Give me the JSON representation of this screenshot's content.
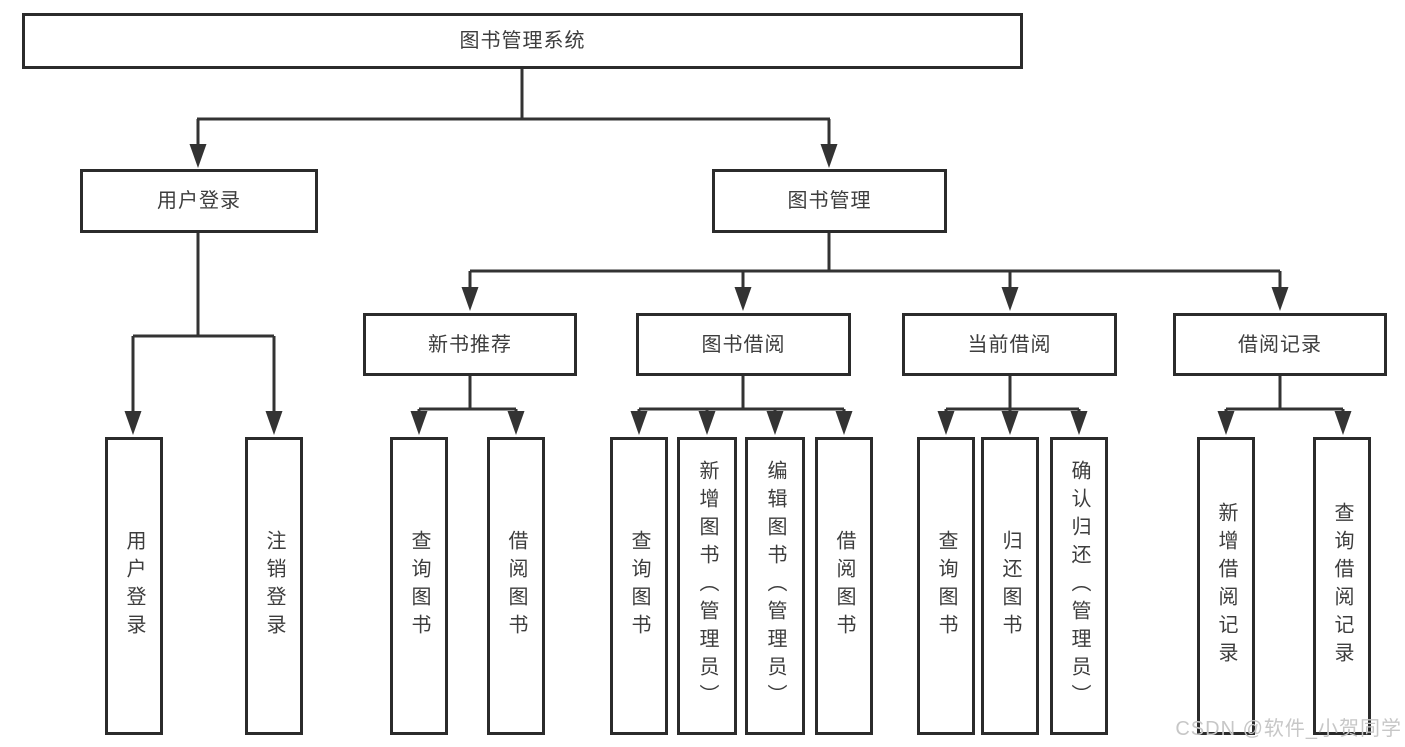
{
  "tree": {
    "root": "图书管理系统",
    "branches": [
      {
        "label": "用户登录",
        "children": [
          "用户登录",
          "注销登录"
        ]
      },
      {
        "label": "图书管理",
        "groups": [
          {
            "label": "新书推荐",
            "children": [
              "查询图书",
              "借阅图书"
            ]
          },
          {
            "label": "图书借阅",
            "children": [
              "查询图书",
              "新增图书（管理员）",
              "编辑图书（管理员）",
              "借阅图书"
            ]
          },
          {
            "label": "当前借阅",
            "children": [
              "查询图书",
              "归还图书",
              "确认归还（管理员）"
            ]
          },
          {
            "label": "借阅记录",
            "children": [
              "新增借阅记录",
              "查询借阅记录"
            ]
          }
        ]
      }
    ]
  },
  "watermark": {
    "text": "CSDN @软件_小贺同学"
  },
  "colors": {
    "line": "#333333",
    "box_border": "#2b2b2b",
    "box_text": "#3d3d3d",
    "watermark_text": "#c7c7c7",
    "background": "#ffffff"
  }
}
